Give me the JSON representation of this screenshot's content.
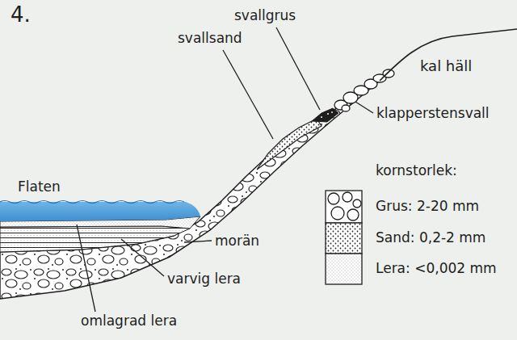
{
  "diagram": {
    "labels": [
      "4.",
      "svallgrus",
      "svallsand",
      "kal häll",
      "klapperstensvall",
      "Flaten",
      "kornstorlek:",
      "morän",
      "varvig lera",
      "omlagrad lera"
    ],
    "legend": [
      {
        "text": "Grus: 2-20 mm"
      },
      {
        "text": "Sand: 0,2-2 mm"
      },
      {
        "text": "Lera: <0,002 mm"
      }
    ]
  }
}
